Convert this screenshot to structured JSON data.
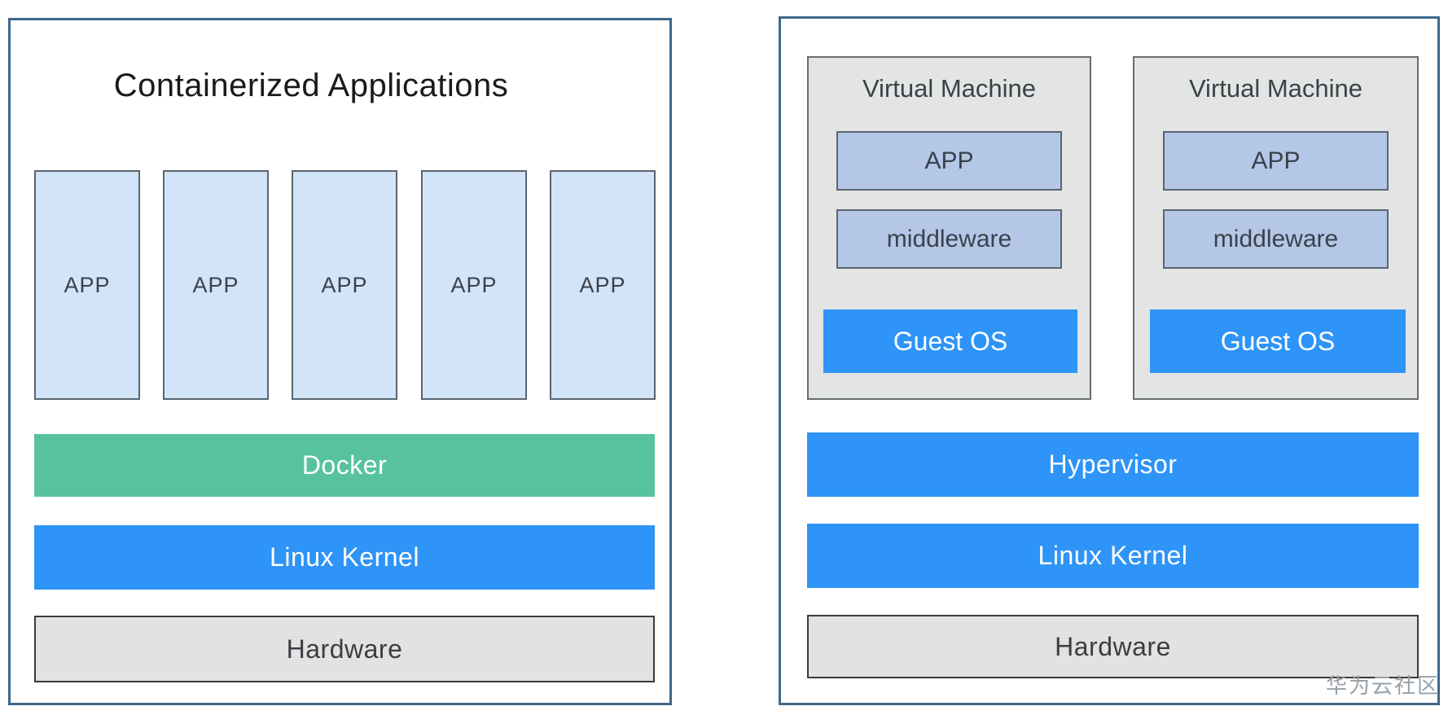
{
  "colors": {
    "panel_border": "#40688B",
    "accent_blue": "#2E94F7",
    "accent_green": "#58C2A0",
    "container_app_fill": "#D2E4F8",
    "container_app_border": "#5B6470",
    "vm_inner_fill": "#B4C7E7",
    "vm_box_fill": "#E3E5E4",
    "vm_box_border": "#686D72",
    "hardware_fill": "#E2E2E2",
    "hardware_border": "#3B3B3B",
    "dark_text": "#3A424C",
    "white_text": "#FFFFFF"
  },
  "left_panel": {
    "title": "Containerized Applications",
    "apps": [
      "APP",
      "APP",
      "APP",
      "APP",
      "APP"
    ],
    "layers": [
      {
        "label": "Docker"
      },
      {
        "label": "Linux Kernel"
      },
      {
        "label": "Hardware"
      }
    ]
  },
  "right_panel": {
    "vms": [
      {
        "title": "Virtual Machine",
        "app": "APP",
        "middleware": "middleware",
        "guest_os": "Guest OS"
      },
      {
        "title": "Virtual Machine",
        "app": "APP",
        "middleware": "middleware",
        "guest_os": "Guest OS"
      }
    ],
    "layers": [
      {
        "label": "Hypervisor"
      },
      {
        "label": "Linux Kernel"
      },
      {
        "label": "Hardware"
      }
    ]
  },
  "watermark": "华为云社区"
}
